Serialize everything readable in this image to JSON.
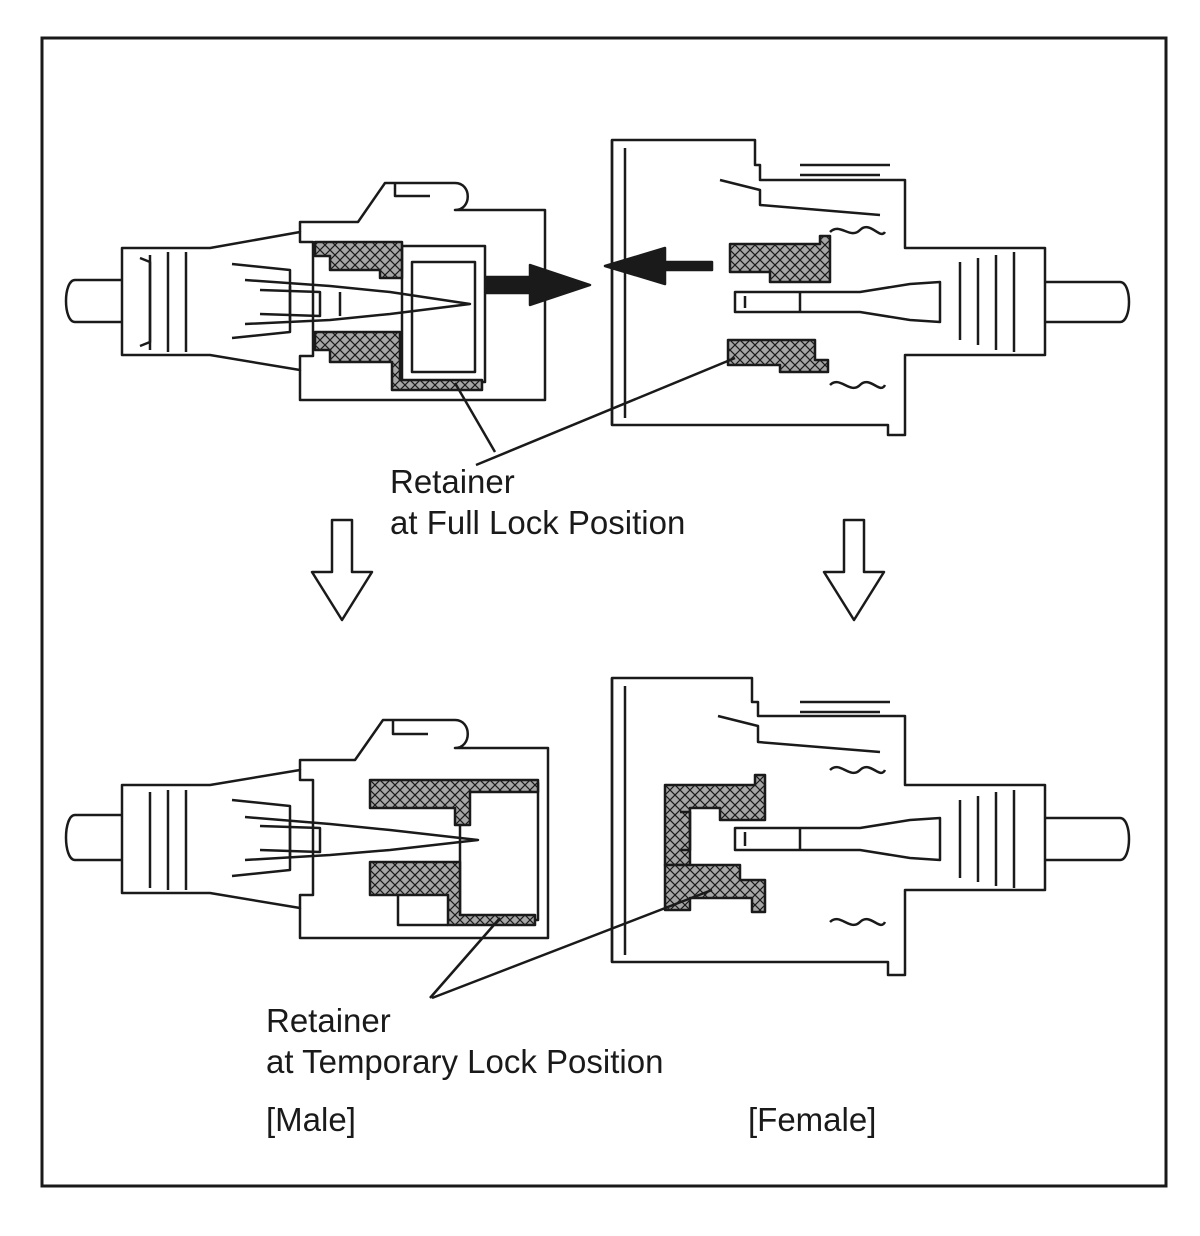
{
  "labels": {
    "full_lock_line1": "Retainer",
    "full_lock_line2": "at Full Lock Position",
    "temp_lock_line1": "Retainer",
    "temp_lock_line2": "at Temporary Lock Position",
    "male": "[Male]",
    "female": "[Female]"
  },
  "colors": {
    "line": "#1a1a1a",
    "background": "#ffffff",
    "hatch_fill": "#9a9a9a"
  }
}
